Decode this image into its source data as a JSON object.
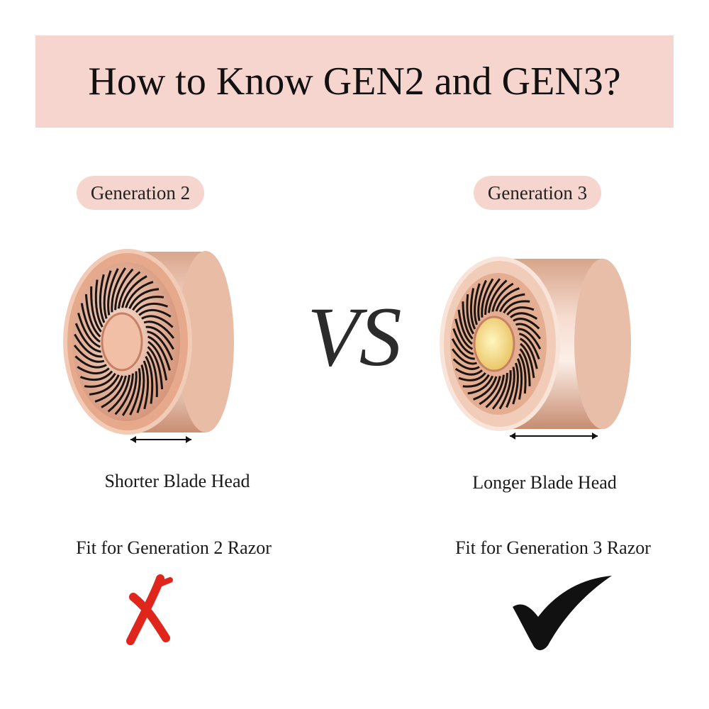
{
  "header": {
    "title": "How to Know GEN2 and GEN3?"
  },
  "gen2": {
    "label": "Generation 2",
    "caption": "Shorter Blade Head",
    "fit_text": "Fit for Generation 2 Razor",
    "status_icon": "cross-icon",
    "status_color": "#e0261c"
  },
  "gen3": {
    "label": "Generation 3",
    "caption": "Longer Blade Head",
    "fit_text": "Fit for Generation 3 Razor",
    "status_icon": "check-icon",
    "status_color": "#111111"
  },
  "versus": {
    "text": "VS"
  },
  "colors": {
    "accent": "#f5d5cd",
    "rose_gold": "#e6b59a"
  }
}
